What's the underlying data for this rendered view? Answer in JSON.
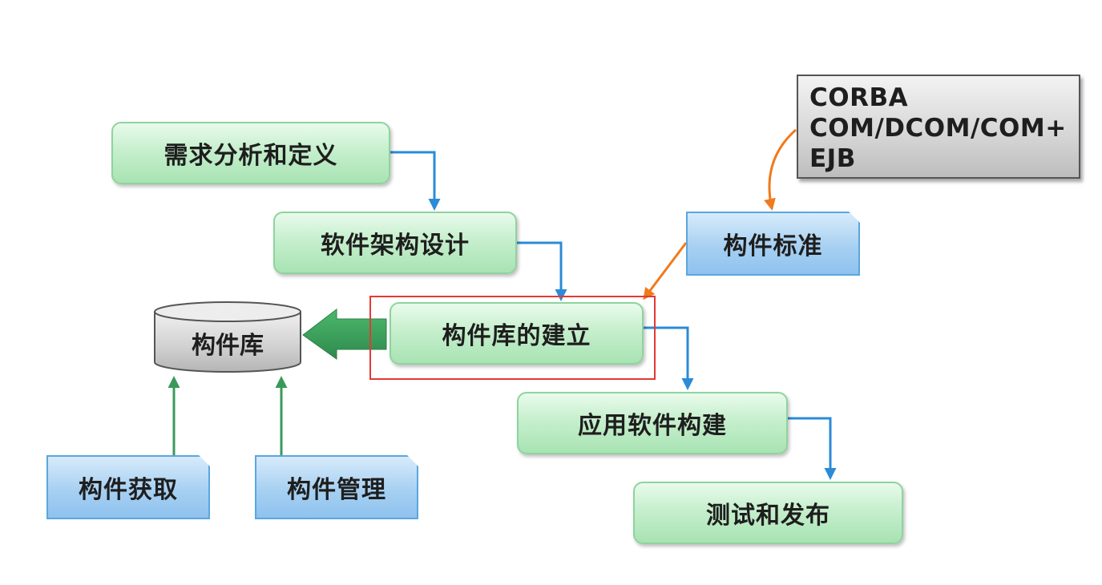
{
  "diagram": {
    "nodes": {
      "req": "需求分析和定义",
      "arch": "软件架构设计",
      "lib_build": "构件库的建立",
      "app_build": "应用软件构建",
      "test": "测试和发布",
      "std": "构件标准",
      "repo": "构件库",
      "acquire": "构件获取",
      "manage": "构件管理"
    },
    "standards": [
      "CORBA",
      "COM/DCOM/COM+",
      "EJB"
    ]
  },
  "colors": {
    "flow_arrow": "#2b8bd6",
    "standard_arrow": "#f07a1c",
    "repo_arrow": "#3a9a5b",
    "highlight": "#e53935"
  }
}
